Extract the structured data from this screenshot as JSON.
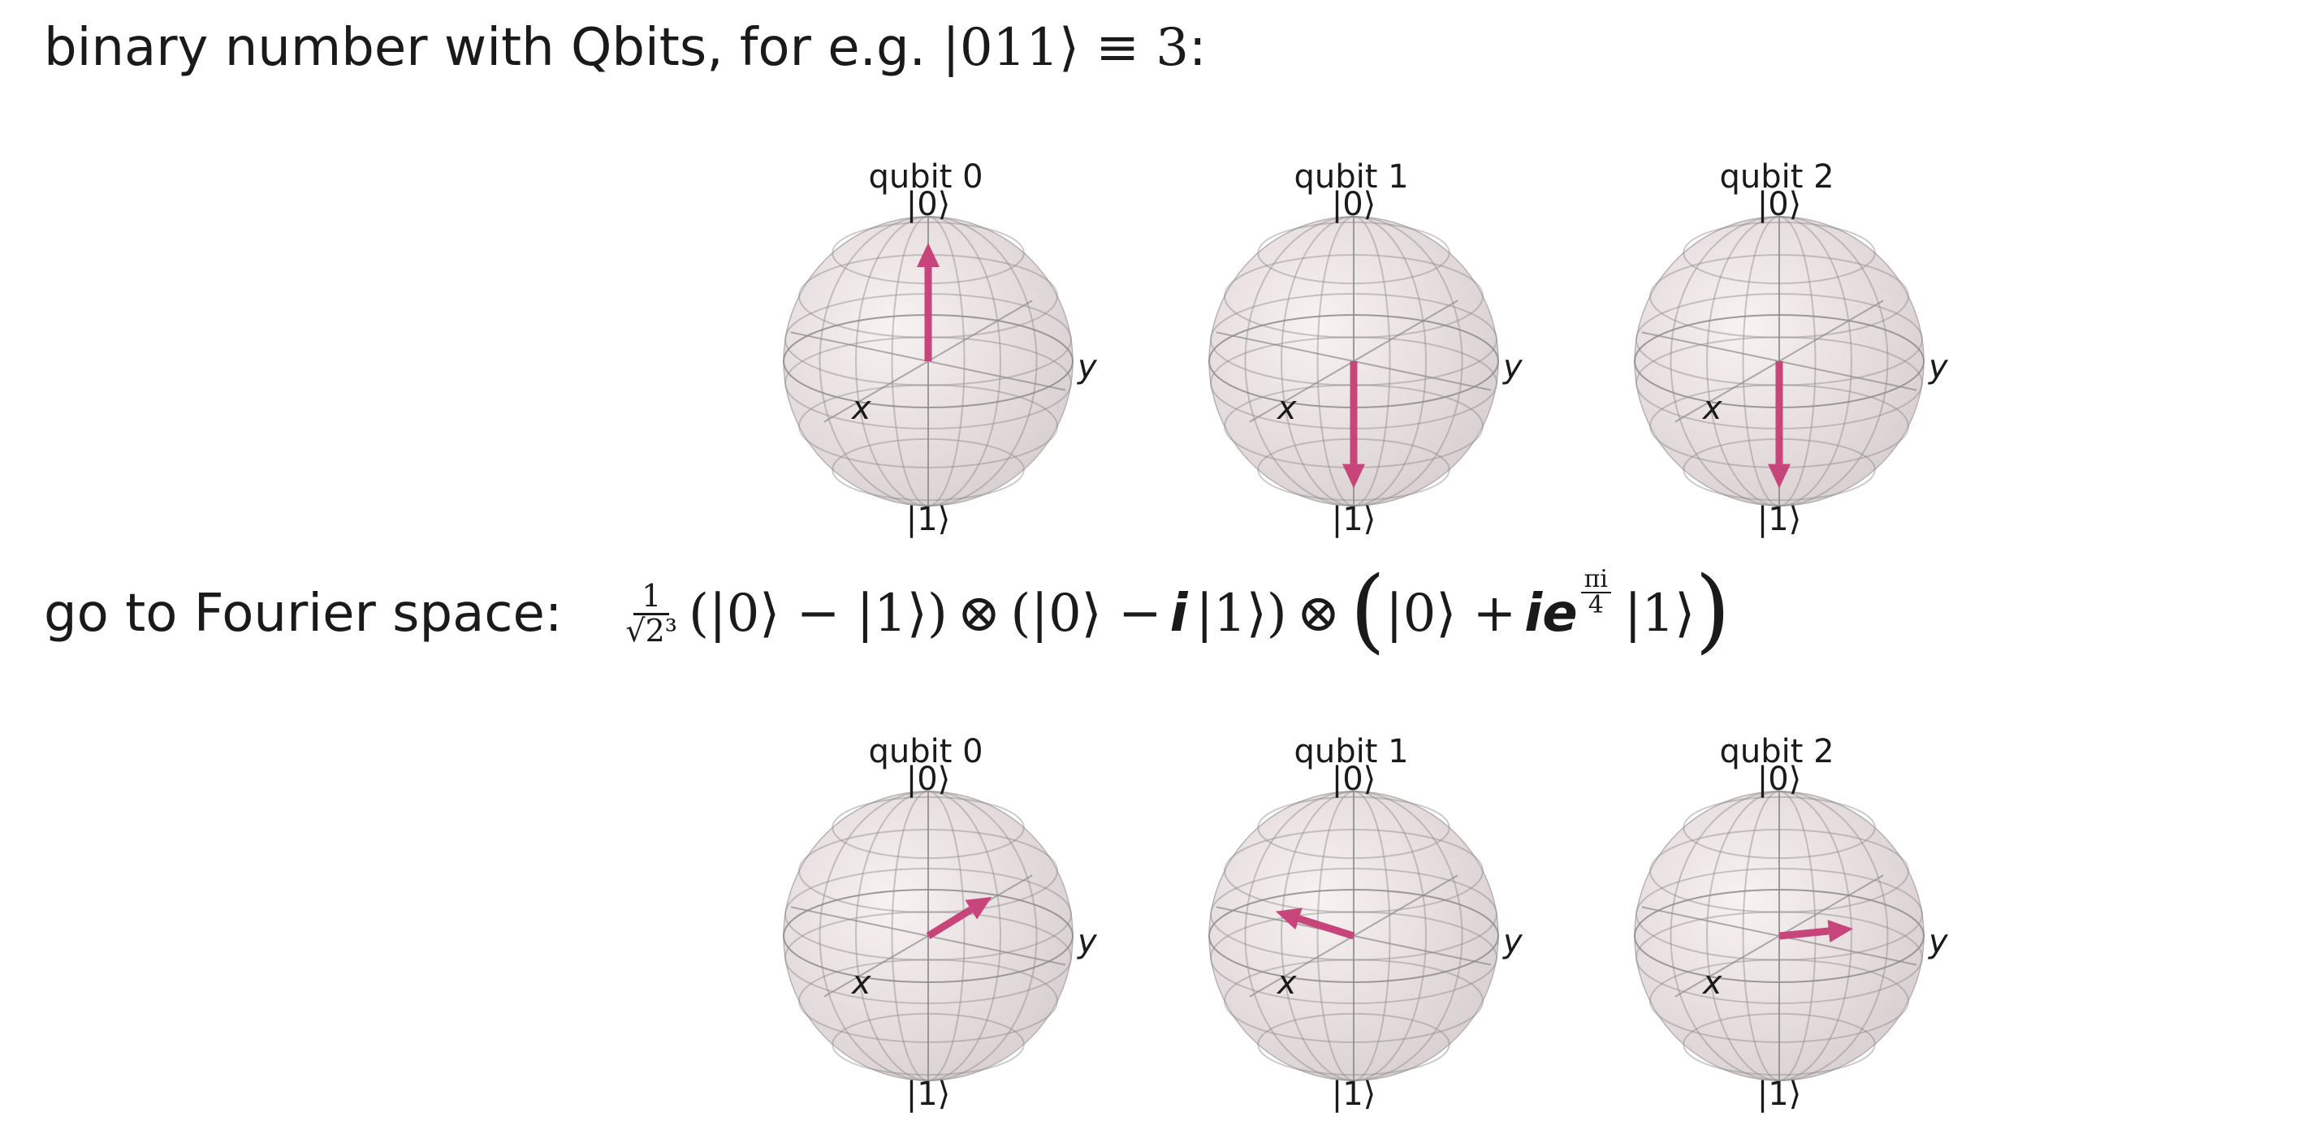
{
  "heading": {
    "text": "binary number with Qbits, for e.g.",
    "ket": "|011⟩",
    "equiv": "≡",
    "value": "3",
    "colon": ":"
  },
  "fourier": {
    "label": "go to Fourier space:",
    "frac_num": "1",
    "frac_den": "√2³",
    "factor1": "(|0⟩ − |1⟩)",
    "otimes1": "⊗",
    "factor2_open": "(|0⟩ −",
    "factor2_i": "i",
    "factor2_close": "|1⟩)",
    "otimes2": "⊗",
    "paren_open": "(",
    "factor3_a": "|0⟩ +",
    "factor3_ie": "ie",
    "exp_num": "πi",
    "exp_den": "4",
    "factor3_b": "|1⟩",
    "paren_close": ")"
  },
  "sphere_labels": {
    "top": "|0⟩",
    "bottom": "|1⟩",
    "x": "x",
    "y": "y"
  },
  "colors": {
    "vector": "#c8457c",
    "sphere_fill": "#efe6e6",
    "wire": "#8c8c8c"
  },
  "rows": [
    {
      "name": "basis-state",
      "spheres": [
        {
          "title": "qubit 0",
          "vector": "up"
        },
        {
          "title": "qubit 1",
          "vector": "down"
        },
        {
          "title": "qubit 2",
          "vector": "down"
        }
      ]
    },
    {
      "name": "fourier-state",
      "spheres": [
        {
          "title": "qubit 0",
          "vector": "equator-front-right"
        },
        {
          "title": "qubit 1",
          "vector": "equator-left"
        },
        {
          "title": "qubit 2",
          "vector": "equator-right"
        }
      ]
    }
  ]
}
